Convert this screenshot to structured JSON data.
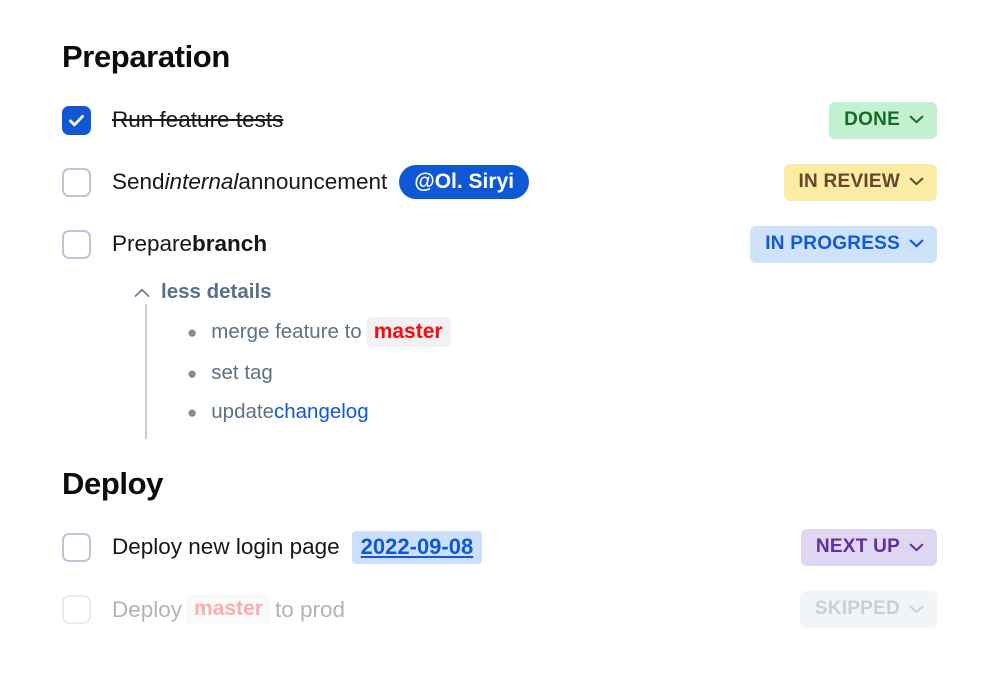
{
  "colors": {
    "accent_blue": "#1057d6",
    "done_bg": "#c3f0ce",
    "done_fg": "#156b28",
    "review_bg": "#fbeda4",
    "review_fg": "#6a432b",
    "progress_bg": "#cee2fc",
    "progress_fg": "#1257e0",
    "nextup_bg": "#dfd7f1",
    "nextup_fg": "#612f9e",
    "skipped_bg": "#d9e1e8",
    "skipped_fg": "#5c7287",
    "code_red": "#fb0a09",
    "link_blue": "#1158d8",
    "date_chip_bg": "#cce0fb"
  },
  "sections": {
    "preparation": {
      "title": "Preparation",
      "tasks": {
        "run_feature_tests": {
          "label": "Run feature tests",
          "checked": true,
          "status": "DONE"
        },
        "send_internal_announcement": {
          "text_before": "Send ",
          "emphasis": "internal",
          "text_after": " announcement",
          "mention": "@Ol. Siryi",
          "checked": false,
          "status": "IN REVIEW"
        },
        "prepare_branch": {
          "text_before": "Prepare ",
          "strong": "branch",
          "checked": false,
          "status": "IN PROGRESS"
        }
      },
      "details": {
        "toggle_label": "less details",
        "toggle_icon": "chevron-up-icon",
        "items": {
          "merge": {
            "text_before": "merge feature to ",
            "code": "master",
            "text_after": ""
          },
          "set_tag": {
            "text_before": "set tag",
            "code": "",
            "text_after": ""
          },
          "changelog": {
            "text_before": "update ",
            "link": "changelog",
            "text_after": ""
          }
        }
      }
    },
    "deploy": {
      "title": "Deploy",
      "tasks": {
        "deploy_login_page": {
          "label": "Deploy new login page",
          "date": "2022-09-08",
          "checked": false,
          "status": "NEXT UP"
        },
        "deploy_master_prod": {
          "text_before": "Deploy ",
          "code": "master",
          "text_after": " to prod",
          "checked": false,
          "status": "SKIPPED",
          "dimmed": true
        }
      }
    }
  },
  "icons": {
    "checkmark": "check-icon",
    "chevron_down": "chevron-down-icon",
    "chevron_up": "chevron-up-icon",
    "bullet": "•"
  }
}
